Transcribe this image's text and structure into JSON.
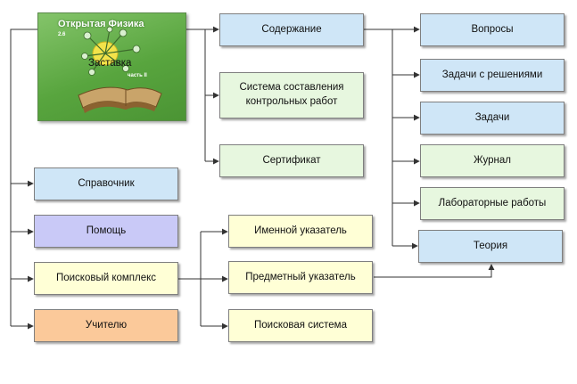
{
  "splash": {
    "product_title": "Открытая Физика",
    "version": "2.6",
    "part": "часть II",
    "label": "Заставка"
  },
  "nodes": {
    "content": "Содержание",
    "test_system": "Система составления\nконтрольных работ",
    "certificate": "Сертификат",
    "questions": "Вопросы",
    "solved_problems": "Задачи с решениями",
    "problems": "Задачи",
    "journal": "Журнал",
    "lab_works": "Лабораторные работы",
    "theory": "Теория",
    "reference": "Справочник",
    "help": "Помощь",
    "search_complex": "Поисковый комплекс",
    "teacher": "Учителю",
    "name_index": "Именной указатель",
    "subject_index": "Предметный указатель",
    "search_system": "Поисковая система"
  },
  "colors": {
    "blue": "#cfe6f7",
    "green": "#e7f7df",
    "yellow": "#ffffd6",
    "purple": "#c9c9f7",
    "orange": "#fbc99a",
    "splash_green": "#58a53e",
    "line": "#333333"
  }
}
